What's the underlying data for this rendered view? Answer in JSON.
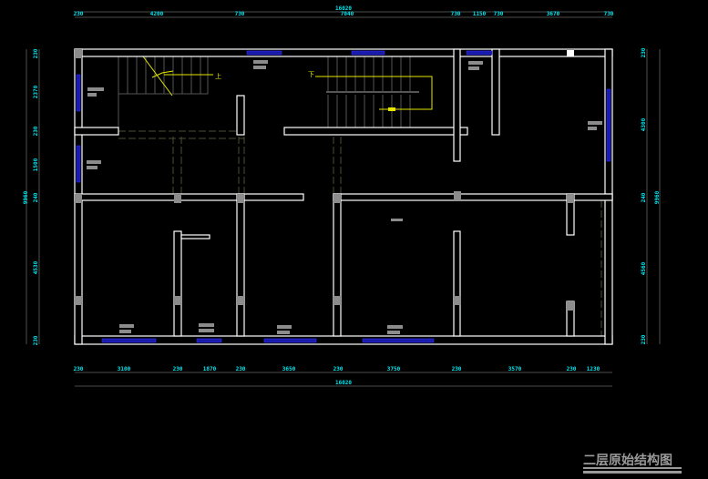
{
  "title": "二层原始结构图",
  "stairs": {
    "up_label": "上",
    "down_label": "下"
  },
  "dimensions": {
    "top_total": "16020",
    "top": [
      "230",
      "4200",
      "730",
      "7040",
      "730",
      "1150",
      "730",
      "3670",
      "730"
    ],
    "bottom_total": "16020",
    "bottom": [
      "230",
      "3100",
      "230",
      "1870",
      "230",
      "3650",
      "230",
      "3750",
      "230",
      "3570",
      "230",
      "1230"
    ],
    "left_total": "9960",
    "left": [
      "230",
      "2370",
      "230",
      "1500",
      "240",
      "4530",
      "230"
    ],
    "right_total": "9960",
    "right": [
      "230",
      "4300",
      "240",
      "4560",
      "230"
    ]
  },
  "colors": {
    "wall": "#ffffff",
    "window": "#1a1aa8",
    "column": "#8c8c8c",
    "dimension": "#00e5ee",
    "stair_arrow": "#e6e600",
    "beam": "#4a5030"
  }
}
